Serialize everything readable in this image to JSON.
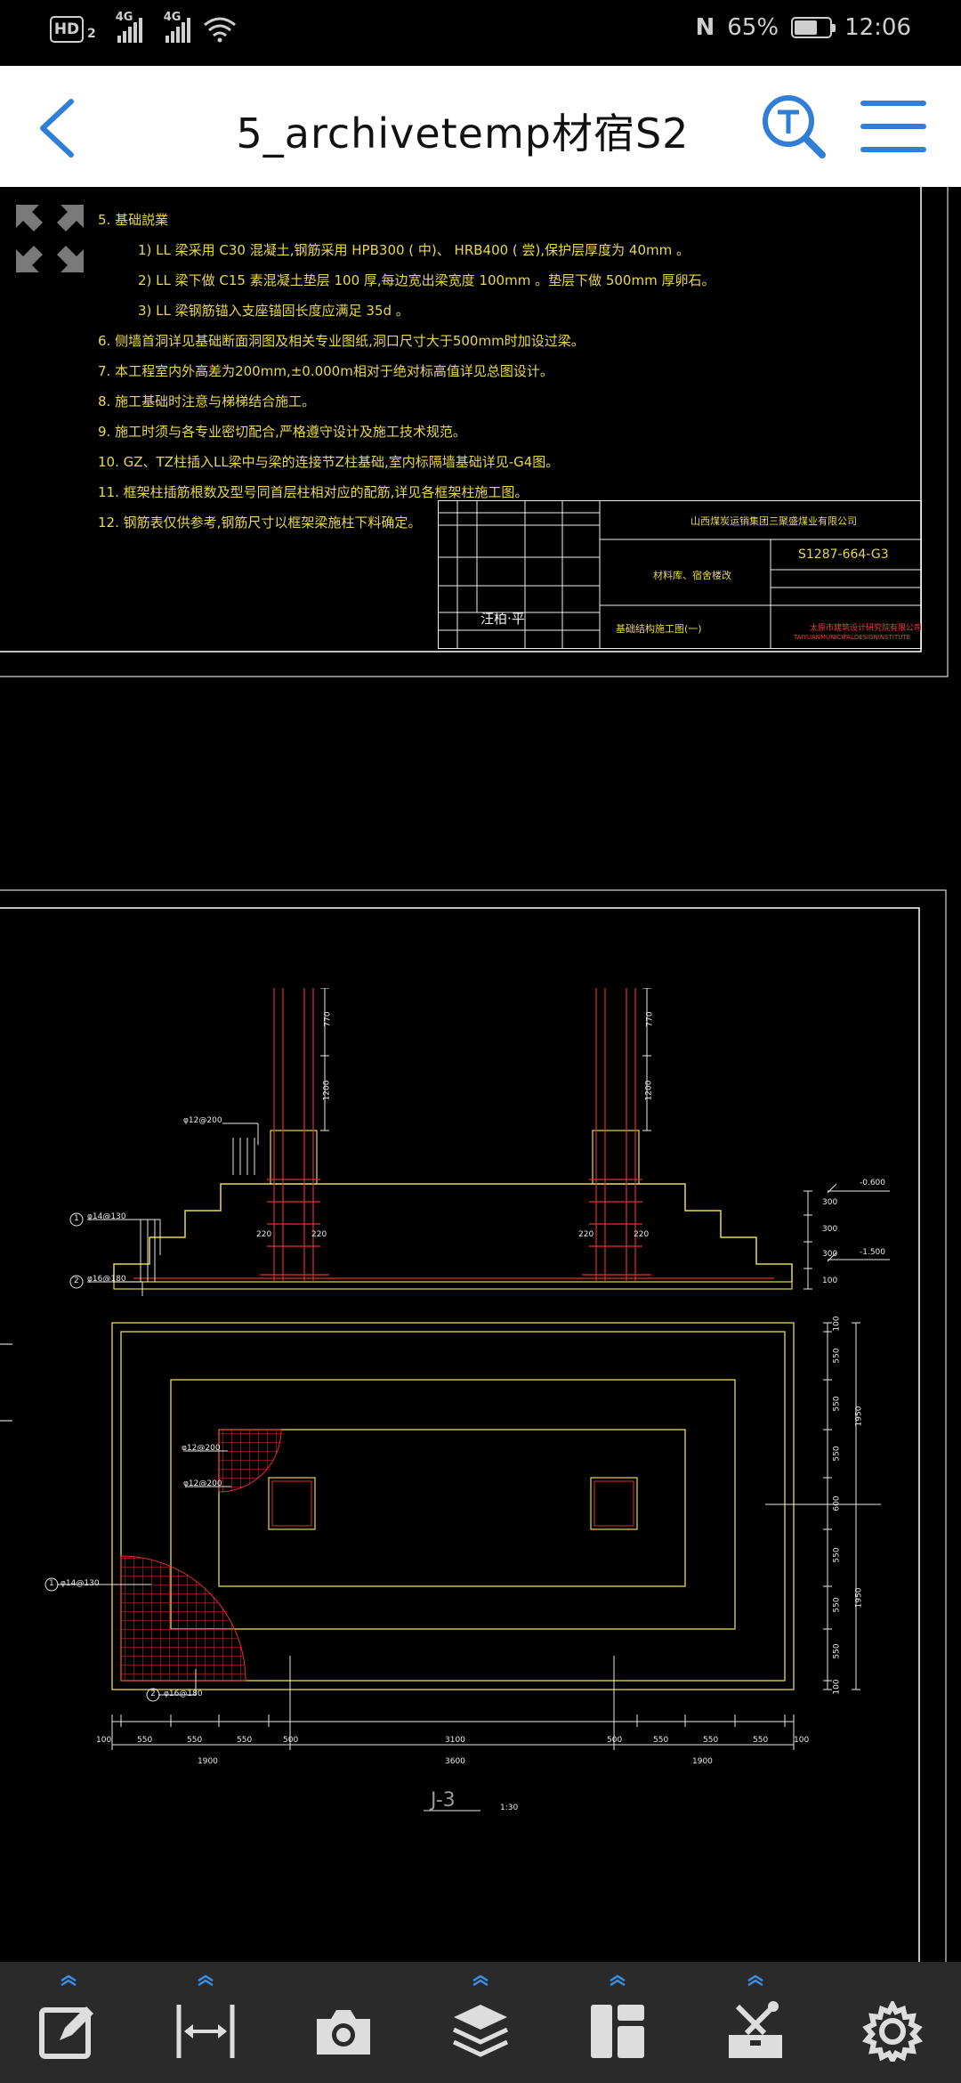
{
  "status": {
    "hd_label": "HD",
    "hd_sub": "2",
    "sig1_tag": "4G",
    "sig2_tag": "4G",
    "battery": "65%",
    "battery_level": 0.65,
    "time": "12:06"
  },
  "header": {
    "title": "5_archivetemp材宿S2",
    "back_icon": "chevron-left-icon",
    "search_icon": "text-search-icon",
    "menu_icon": "hamburger-menu-icon",
    "accent": "#2f7fd6"
  },
  "drawing": {
    "notes": [
      "5. 基础説業",
      "1) LL  梁采用  C30  混凝土,钢筋采用   HPB300 ( 中)、 HRB400 ( 尝),保护层厚度为   40mm  。",
      "2) LL  梁下做  C15  素混凝土垫层   100  厚,每边宽出梁宽度   100mm  。垫层下做  500mm  厚卵石。",
      "3) LL  梁钢筋锚入支座锚固长度应满足   35d 。",
      "6. 侧墙首洞详见基础断面洞图及相关专业图纸,洞口尺寸大于500mm时加设过梁。",
      "7. 本工程室内外高差为200mm,±0.000m相对于绝对标高值详见总图设计。",
      "8. 施工基础时注意与梯梯结合施工。",
      "9. 施工时须与各专业密切配合,严格遵守设计及施工技术规范。",
      "10. GZ、TZ柱插入LL梁中与梁的连接节Z柱基础,室内标隔墙基础详见-G4图。",
      "11. 框架柱插筋根数及型号同首层柱相对应的配筋,详见各框架柱施工图。",
      "12. 钢筋表仅供参考,钢筋尺寸以框架梁施柱下料确定。"
    ],
    "title_block": {
      "company": "山西煤炭运销集团三聚盛煤业有限公司",
      "drawing_no": "S1287-664-G3",
      "project": "材料库、宿舍楼改",
      "sheet_name": "基础结构施工图(一)",
      "designer_firm": "太原市建筑设计研究院有限公司",
      "designer_firm_en": "TAIYUANMUNICIPALDESIGNINSTITUTE",
      "signature": "汪柏·平"
    },
    "section_dims": {
      "col_top": "770",
      "col_mid": "1200",
      "left_w1": "220",
      "left_w2": "220",
      "right_w1": "220",
      "right_w2": "220",
      "elev_top": "-0.600",
      "elev_bot": "-1.500",
      "step1": "300",
      "step2": "300",
      "step3": "300",
      "base": "100",
      "rebar_a": "φ12@200",
      "rebar_b": "φ14@130",
      "rebar_c": "φ16@180",
      "callout_1": "1",
      "callout_2": "2"
    },
    "plan_dims": {
      "bottom": [
        "100",
        "550",
        "550",
        "550",
        "500",
        "3100",
        "500",
        "550",
        "550",
        "550",
        "100"
      ],
      "sub": [
        "1900",
        "3600",
        "1900"
      ],
      "right": [
        "100",
        "550",
        "550",
        "550",
        "600",
        "550",
        "550",
        "550",
        "100"
      ],
      "right_sub": [
        "1950",
        "1950"
      ],
      "rebar_a": "φ12@200",
      "rebar_b": "φ12@200",
      "rebar_c": "φ14@130",
      "rebar_d": "φ16@180",
      "callout_1": "1",
      "callout_2": "2"
    },
    "label": "J-3",
    "scale": "1:30"
  },
  "toolbar": {
    "items": [
      {
        "name": "annotate",
        "icon": "edit-note-icon"
      },
      {
        "name": "measure",
        "icon": "measure-distance-icon"
      },
      {
        "name": "camera",
        "icon": "camera-icon"
      },
      {
        "name": "layers",
        "icon": "layers-icon"
      },
      {
        "name": "layout",
        "icon": "layout-icon"
      },
      {
        "name": "tools",
        "icon": "toolbox-icon"
      },
      {
        "name": "settings",
        "icon": "gear-icon"
      }
    ]
  }
}
